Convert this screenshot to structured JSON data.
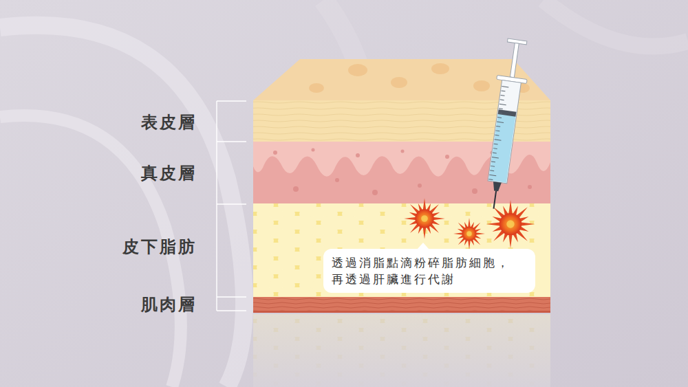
{
  "diagram": {
    "nodes": [
      {
        "text": [
          "透過消脂點滴粉碎脂肪細胞， 再透過肝臟進行代謝"
        ]
      }
    ],
    "labels": [
      "表皮層",
      "真皮層",
      "皮下脂肪",
      "肌肉層"
    ]
  }
}
